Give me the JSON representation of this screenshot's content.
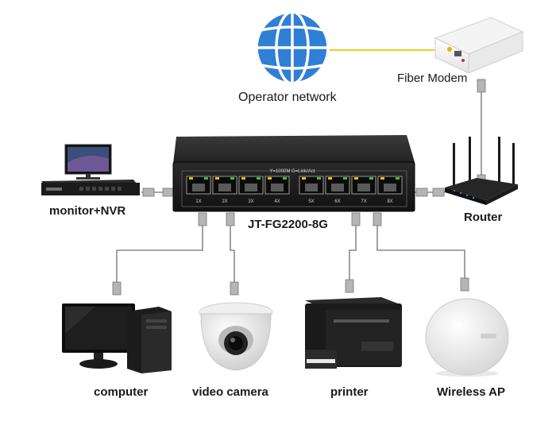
{
  "diagram": {
    "labels": {
      "operator_network": "Operator network",
      "fiber_modem": "Fiber Modem",
      "monitor_nvr": "monitor+NVR",
      "router": "Router",
      "switch_model": "JT-FG2200-8G",
      "computer": "computer",
      "video_camera": "video camera",
      "printer": "printer",
      "wireless_ap": "Wireless AP"
    },
    "switch": {
      "led_legend": "Y=1000M G=Link/Act",
      "ports": [
        "1X",
        "2X",
        "3X",
        "4X",
        "5X",
        "6X",
        "7X",
        "8X"
      ]
    },
    "colors": {
      "globe": "#2f7fd6",
      "fiber_line": "#e8d21c",
      "cable": "#8a8a8a",
      "switch_body": "#1c1c1c"
    }
  }
}
